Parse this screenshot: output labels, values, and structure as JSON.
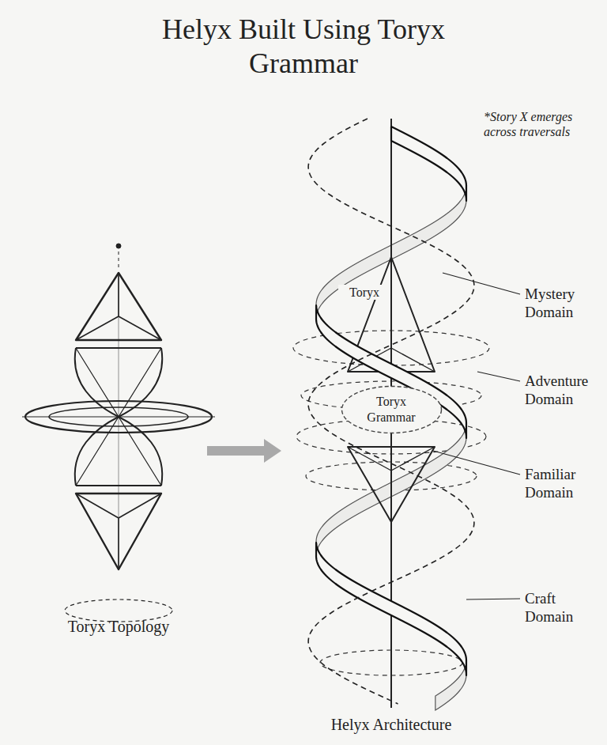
{
  "diagram": {
    "title": "Helyx Built Using Toryx Grammar",
    "nodes": [
      {
        "text": [
          "Toryx Grammar"
        ]
      }
    ],
    "labels": [
      "Toryx Topology",
      "Helyx Architecture",
      "*Story X emerges across traversals",
      "Toryx",
      "Mystery Domain",
      "Adventure Domain",
      "Familiar Domain",
      "Craft Domain"
    ]
  }
}
